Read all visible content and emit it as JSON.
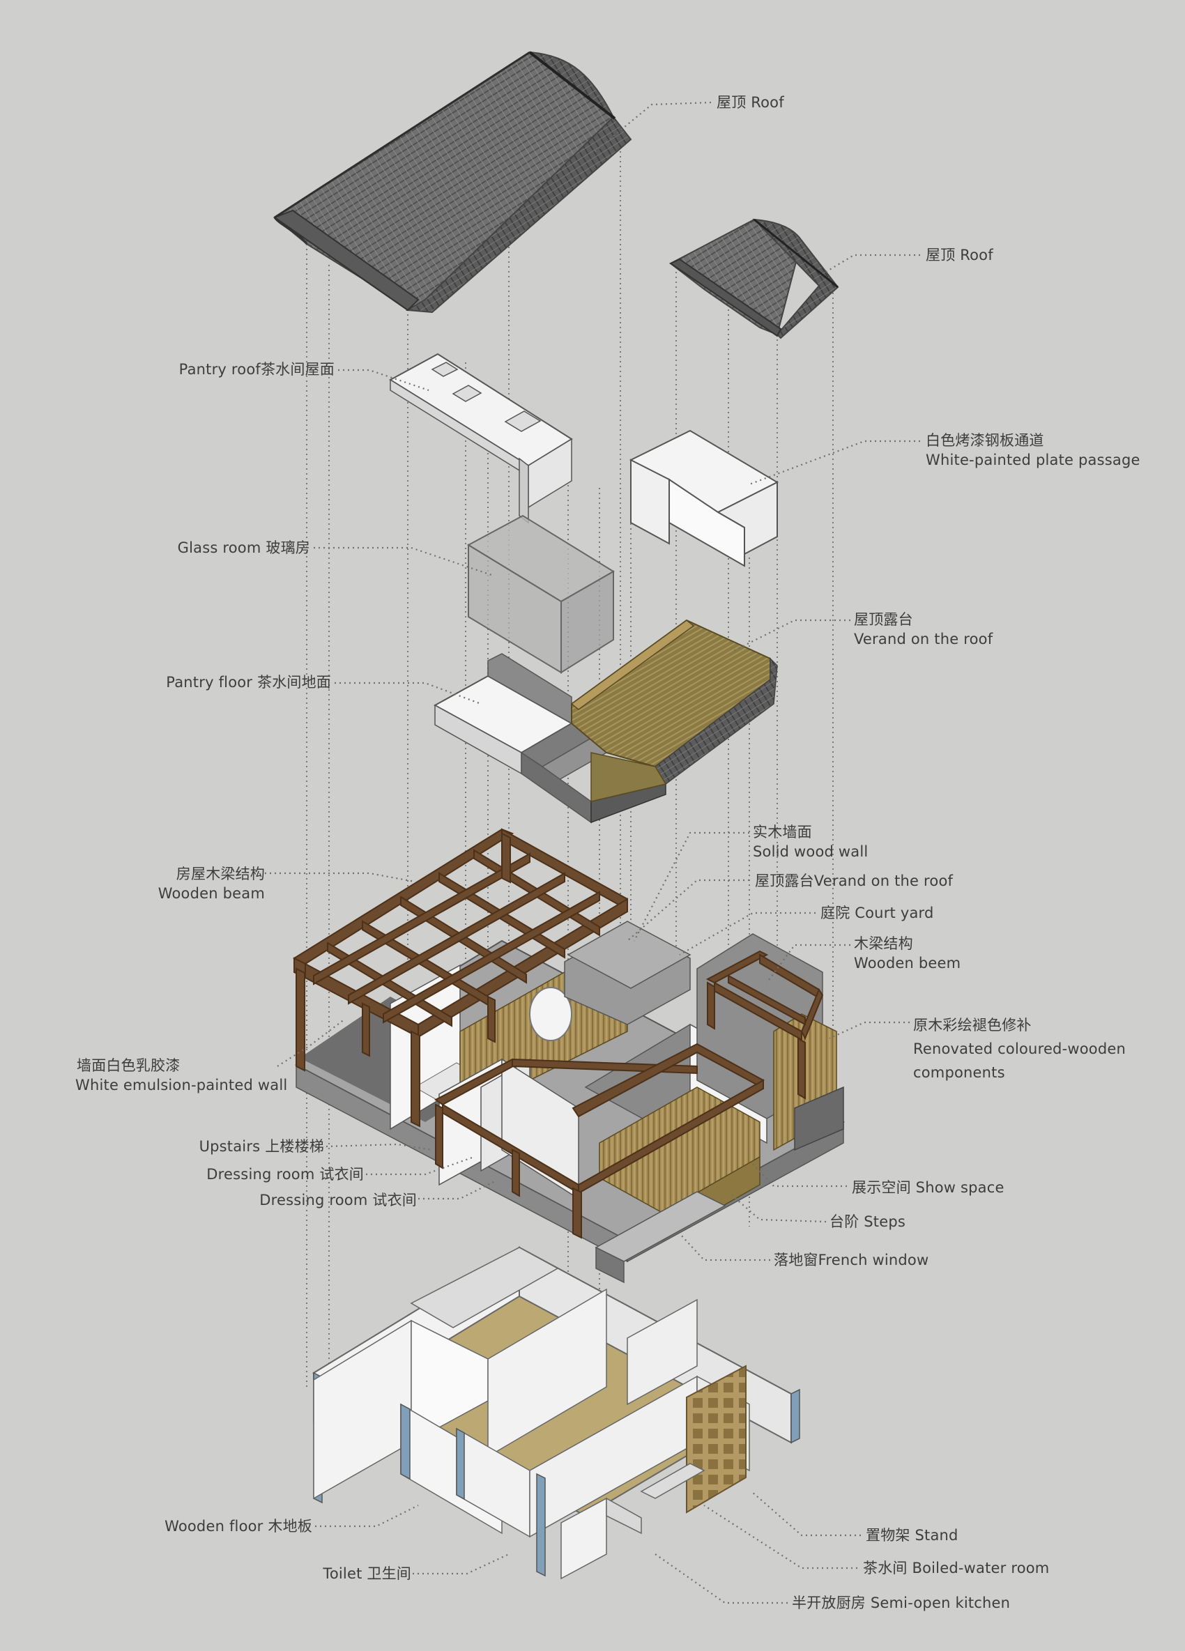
{
  "labels": {
    "roof_main": "屋顶 Roof",
    "roof_small": "屋顶  Roof",
    "pantry_roof": "Pantry roof茶水间屋面",
    "plate_passage_cn": "白色烤漆钢板通道",
    "plate_passage_en": "White-painted plate passage",
    "glass_room": "Glass room 玻璃房",
    "veranda_roof_cn": "屋顶露台",
    "veranda_roof_en": "Verand on the roof",
    "pantry_floor": "Pantry floor 茶水间地面",
    "solid_wood_cn": "实木墙面",
    "solid_wood_en": "Solid wood wall",
    "wooden_beam_cn": "房屋木梁结构",
    "wooden_beam_en": "Wooden  beam",
    "veranda_roof2": "屋顶露台Verand on the roof",
    "court_yard": "庭院  Court yard",
    "beem_cn": "木梁结构",
    "beem_en": "Wooden  beem",
    "renovated_cn": "原木彩绘褪色修补",
    "renovated_en1": "Renovated coloured-wooden",
    "renovated_en2": "components",
    "white_wall_cn": "墙面白色乳胶漆",
    "white_wall_en": "White  emulsion-painted wall",
    "upstairs": "Upstairs 上楼楼梯",
    "dressing1": "Dressing room 试衣间",
    "dressing2": "Dressing room 试衣间",
    "show_space": "展示空间 Show space",
    "steps": "台阶  Steps",
    "french_window": "落地窗French window",
    "wooden_floor": "Wooden floor 木地板",
    "stand": "置物架 Stand",
    "toilet": "Toilet 卫生间",
    "boiled_water": "茶水间 Boiled-water room",
    "semi_kitchen": "半开放厨房 Semi-open kitchen"
  },
  "colors": {
    "background": "#cfcfcd",
    "roof_tile": "#6e6e6e",
    "wood_dark": "#6b4a2e",
    "wood_panel": "#a08a50",
    "wood_floor": "#bca877",
    "wall_white": "#f4f4f4",
    "leader": "#6f6f6f"
  }
}
